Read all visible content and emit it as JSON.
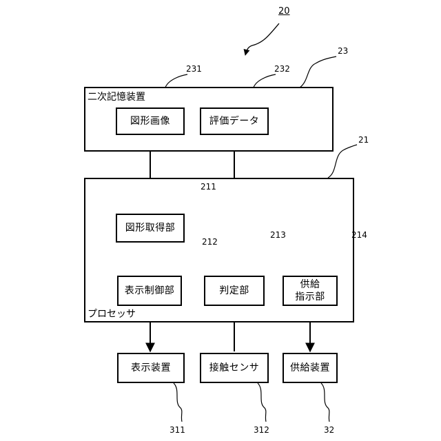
{
  "figure_ref": "20",
  "frames": {
    "storage": {
      "label": "二次記憶装置",
      "ref": "23"
    },
    "processor": {
      "label": "プロセッサ",
      "ref": "21"
    }
  },
  "nodes": {
    "figure_image": {
      "label": "図形画像",
      "ref": "231"
    },
    "evaluation_data": {
      "label": "評価データ",
      "ref": "232"
    },
    "figure_acquisition": {
      "label": "図形取得部",
      "ref": "211"
    },
    "display_control": {
      "label": "表示制御部",
      "ref": "212"
    },
    "judgment": {
      "label": "判定部",
      "ref": "213"
    },
    "supply_instruction": {
      "label": "供給\n指示部",
      "ref": "214"
    },
    "display_device": {
      "label": "表示装置",
      "ref": "311"
    },
    "contact_sensor": {
      "label": "接触センサ",
      "ref": "312"
    },
    "supply_device": {
      "label": "供給装置",
      "ref": "32"
    }
  }
}
